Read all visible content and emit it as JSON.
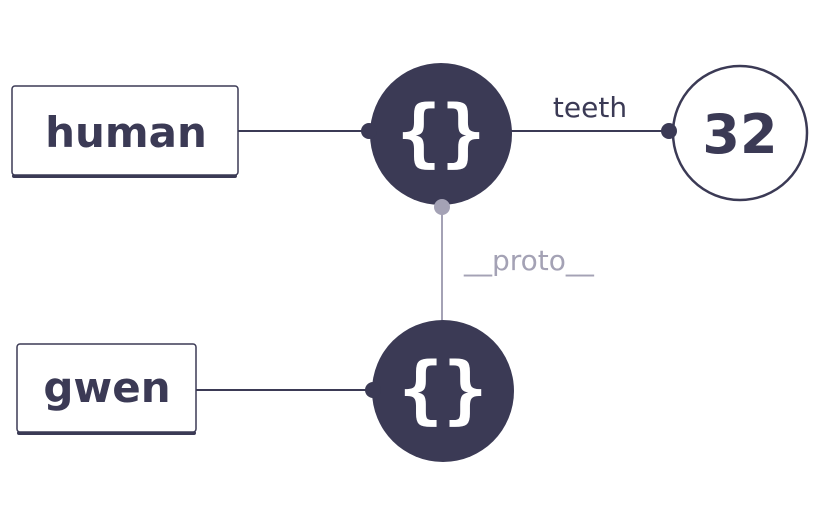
{
  "variables": {
    "human": "human",
    "gwen": "gwen"
  },
  "objects": {
    "human_obj_glyph": "{}",
    "gwen_obj_glyph": "{}"
  },
  "properties": {
    "teeth": {
      "name": "teeth",
      "value": "32"
    },
    "proto": {
      "name": "__proto__"
    }
  },
  "colors": {
    "ink": "#3b3a55",
    "muted": "#a4a2b5",
    "paper": "#ffffff"
  }
}
